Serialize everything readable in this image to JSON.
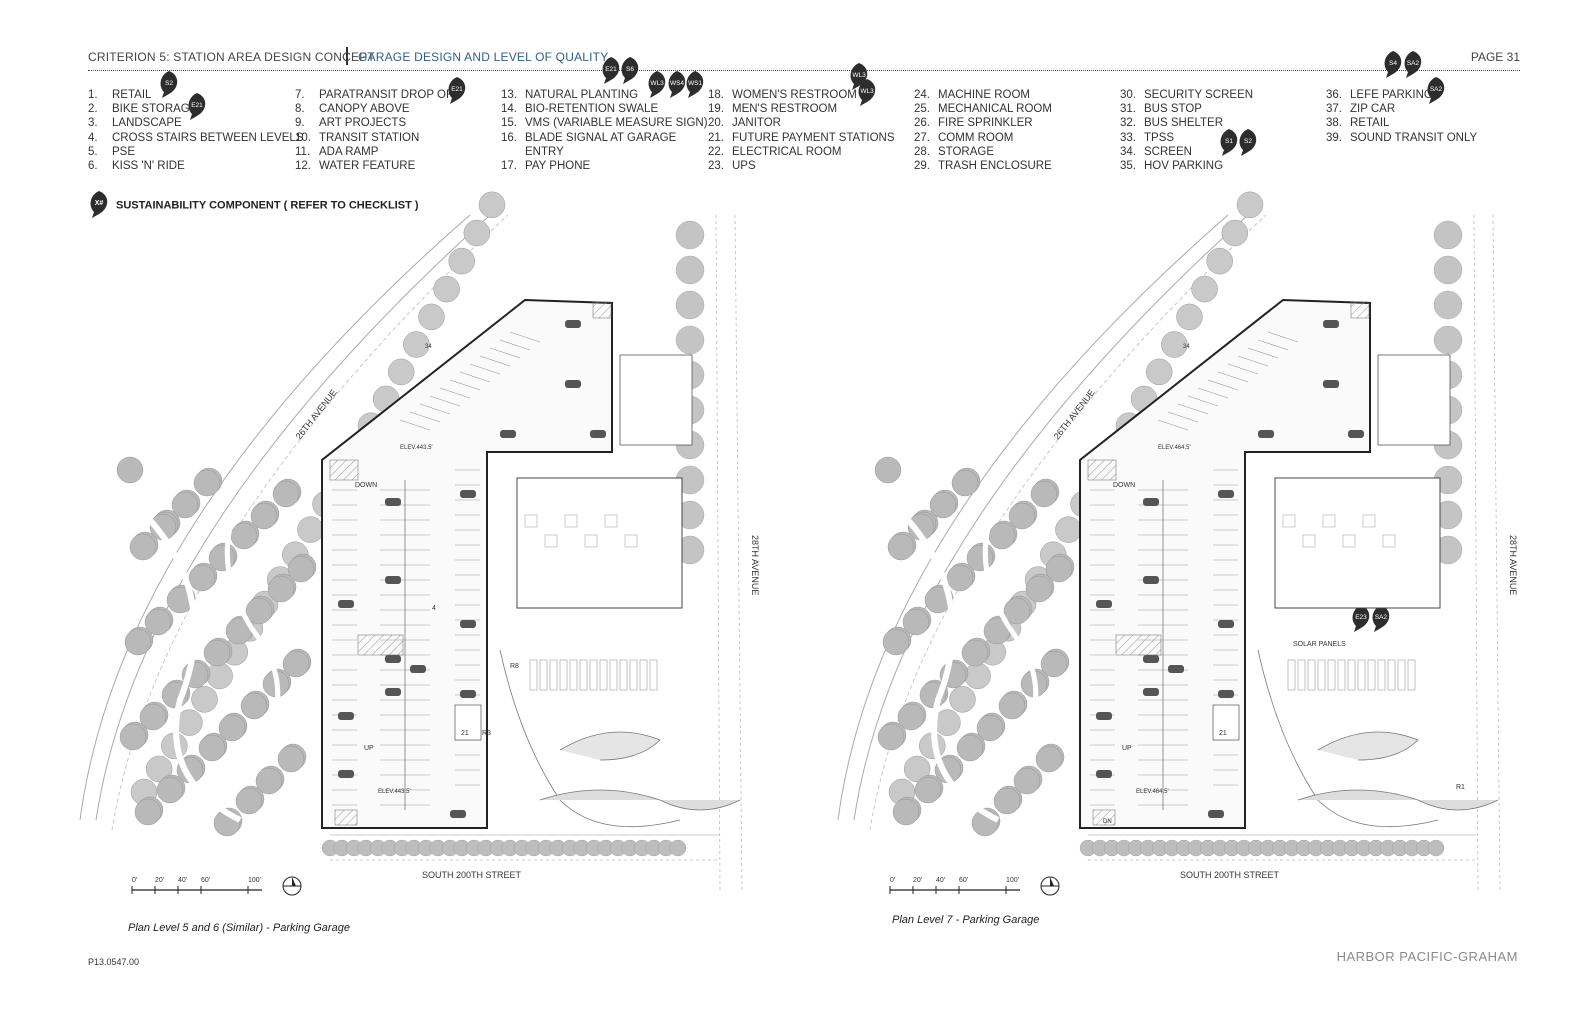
{
  "header": {
    "criterion": "CRITERION 5: STATION AREA DESIGN CONCEPT",
    "subtitle": "GARAGE DESIGN AND LEVEL OF QUALITY",
    "page": "PAGE 31"
  },
  "legend": {
    "col1": [
      {
        "n": "1.",
        "t": "RETAIL"
      },
      {
        "n": "2.",
        "t": "BIKE STORAGE"
      },
      {
        "n": "3.",
        "t": "LANDSCAPE"
      },
      {
        "n": "4.",
        "t": "CROSS STAIRS  BETWEEN LEVELS"
      },
      {
        "n": "5.",
        "t": "PSE"
      },
      {
        "n": "6.",
        "t": "KISS 'N' RIDE"
      }
    ],
    "col2": [
      {
        "n": "7.",
        "t": "PARATRANSIT DROP OFF"
      },
      {
        "n": "8.",
        "t": "CANOPY ABOVE"
      },
      {
        "n": "9.",
        "t": "ART PROJECTS"
      },
      {
        "n": "10.",
        "t": "TRANSIT STATION"
      },
      {
        "n": "11.",
        "t": "ADA RAMP"
      },
      {
        "n": "12.",
        "t": "WATER FEATURE"
      }
    ],
    "col3": [
      {
        "n": "13.",
        "t": "NATURAL PLANTING"
      },
      {
        "n": "14.",
        "t": "BIO-RETENTION SWALE"
      },
      {
        "n": "15.",
        "t": "VMS (VARIABLE MEASURE SIGN)"
      },
      {
        "n": "16.",
        "t": "BLADE SIGNAL AT GARAGE"
      },
      {
        "n": "",
        "t": "ENTRY"
      },
      {
        "n": "17.",
        "t": "PAY PHONE"
      }
    ],
    "col4": [
      {
        "n": "18.",
        "t": "WOMEN'S RESTROOM"
      },
      {
        "n": "19.",
        "t": "MEN'S RESTROOM"
      },
      {
        "n": "20.",
        "t": "JANITOR"
      },
      {
        "n": "21.",
        "t": "FUTURE PAYMENT STATIONS"
      },
      {
        "n": "22.",
        "t": "ELECTRICAL ROOM"
      },
      {
        "n": "23.",
        "t": "UPS"
      }
    ],
    "col5": [
      {
        "n": "24.",
        "t": "MACHINE ROOM"
      },
      {
        "n": "25.",
        "t": "MECHANICAL ROOM"
      },
      {
        "n": "26.",
        "t": "FIRE SPRINKLER"
      },
      {
        "n": "27.",
        "t": "COMM ROOM"
      },
      {
        "n": "28.",
        "t": "STORAGE"
      },
      {
        "n": "29.",
        "t": "TRASH ENCLOSURE"
      }
    ],
    "col6": [
      {
        "n": "30.",
        "t": "SECURITY SCREEN"
      },
      {
        "n": "31.",
        "t": "BUS STOP"
      },
      {
        "n": "32.",
        "t": "BUS SHELTER"
      },
      {
        "n": "33.",
        "t": "TPSS"
      },
      {
        "n": "34.",
        "t": "SCREEN"
      },
      {
        "n": "35.",
        "t": "HOV PARKING"
      }
    ],
    "col7": [
      {
        "n": "36.",
        "t": "LEFE PARKING"
      },
      {
        "n": "37.",
        "t": "ZIP CAR"
      },
      {
        "n": "38.",
        "t": "RETAIL"
      },
      {
        "n": "39.",
        "t": "SOUND TRANSIT ONLY"
      }
    ]
  },
  "sustainability": {
    "leaf": "X#",
    "label": "SUSTAINABILITY COMPONENT ( REFER TO CHECKLIST )"
  },
  "leaves": [
    "S2",
    "E21",
    "E21",
    "E21",
    "S6",
    "WL3",
    "WS4",
    "WS1",
    "WL3",
    "WL3",
    "S4",
    "SA2",
    "SA2",
    "S1",
    "S2",
    "E23",
    "SA2"
  ],
  "plans": {
    "left": {
      "caption": "Plan Level 5 and 6 (Similar) - Parking Garage",
      "elev_top": "ELEV.443.5'",
      "elev_bottom": "ELEV.443.5'",
      "labels": {
        "down": "DOWN",
        "up": "UP",
        "four": "4",
        "twentyone": "21",
        "r8": "R8",
        "r3": "R3",
        "thirtyfour": "34"
      }
    },
    "right": {
      "caption": "Plan Level 7 - Parking Garage",
      "elev_top": "ELEV.464.5'",
      "elev_bottom": "ELEV.464.5'",
      "labels": {
        "down": "DOWN",
        "up": "UP",
        "twentyone": "21",
        "r1": "R1",
        "solar": "SOLAR PANELS",
        "thirtyfour": "34",
        "dn": "DN"
      }
    },
    "streets": {
      "north_west": "26TH AVENUE",
      "east": "28TH AVENUE",
      "south": "SOUTH 200TH STREET"
    },
    "scale": [
      "0'",
      "20'",
      "40'",
      "60'",
      "100'"
    ]
  },
  "footer": {
    "project": "P13.0547.00",
    "brand": "HARBOR PACIFIC-GRAHAM"
  }
}
